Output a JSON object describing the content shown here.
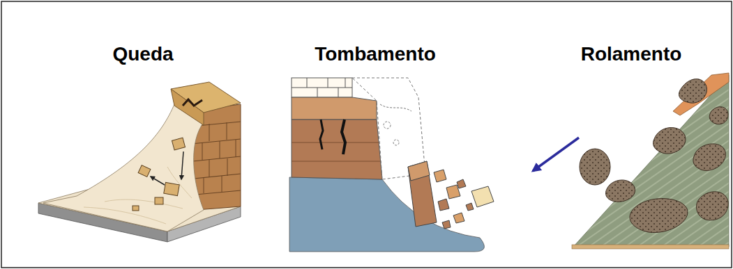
{
  "diagram": {
    "labels": [
      "Queda",
      "Tombamento",
      "Rolamento"
    ]
  }
}
